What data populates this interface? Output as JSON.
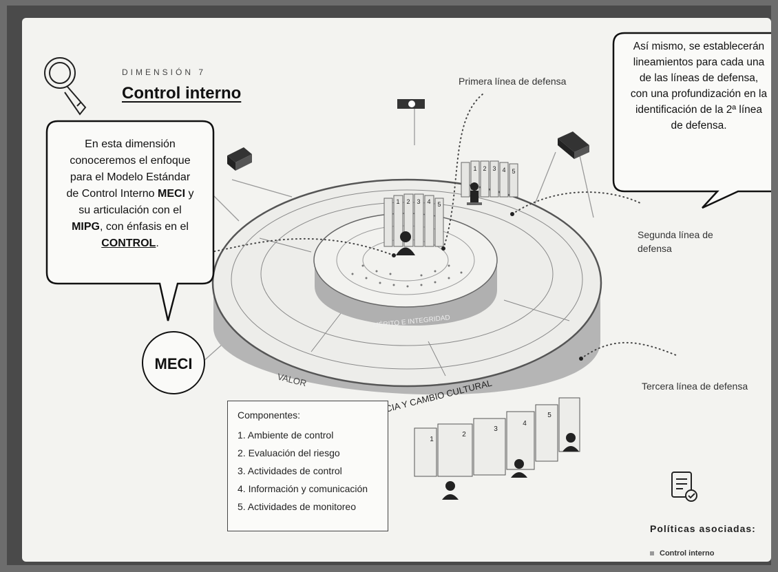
{
  "header": {
    "dimension_label": "DIMENSIÓN 7",
    "title": "Control interno"
  },
  "callout_left": {
    "line1": "En esta dimensión",
    "line2": "conoceremos el enfoque",
    "line3": "para el Modelo Estándar",
    "line4_a": "de Control Interno ",
    "line4_b": "MECI",
    "line4_c": " y",
    "line5": "su articulación con el",
    "line6_a": "MIPG",
    "line6_b": ", con énfasis en el",
    "line7_a": "CONTROL",
    "line7_b": "."
  },
  "callout_right": {
    "lines": [
      "Así mismo, se establecerán",
      "lineamientos para cada una",
      "de las líneas de defensa,",
      "con una profundización en la",
      "identificación de la 2ª línea",
      "de defensa."
    ]
  },
  "meci_label": "MECI",
  "defense_lines": {
    "first": "Primera línea de defensa",
    "second_a": "Segunda línea de",
    "second_b": "defensa",
    "third": "Tercera línea de defensa"
  },
  "rings": {
    "inner": "MÉRITO E INTEGRIDAD",
    "outer_left": "VALOR",
    "outer_right": "NCIA Y CAMBIO CULTURAL"
  },
  "panel_numbers": [
    "1",
    "2",
    "3",
    "4",
    "5"
  ],
  "components": {
    "title": "Componentes:",
    "items": [
      "1. Ambiente de control",
      "2. Evaluación del riesgo",
      "3. Actividades de control",
      "4. Información y comunicación",
      "5. Actividades de monitoreo"
    ]
  },
  "policies": {
    "title": "Políticas asociadas:",
    "items": [
      "Control interno"
    ]
  }
}
